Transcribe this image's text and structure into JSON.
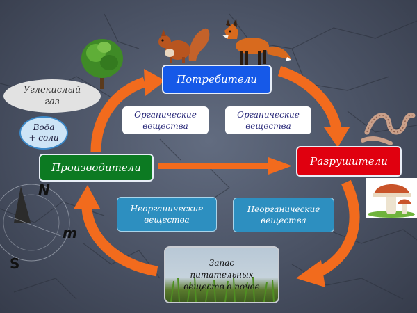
{
  "nodes": {
    "consumers": "Потребители",
    "producers": "Производители",
    "decomposers": "Разрушители",
    "soil_line1": "Запас",
    "soil_line2": "питательных",
    "soil_line3": "веществ в почве"
  },
  "flows": {
    "organic_left_1": "Органические",
    "organic_left_2": "вещества",
    "organic_right_1": "Органические",
    "organic_right_2": "вещества",
    "inorganic_left_1": "Неорганические",
    "inorganic_left_2": "вещества",
    "inorganic_right_1": "Неорганические",
    "inorganic_right_2": "вещества"
  },
  "inputs": {
    "co2_1": "Углекислый",
    "co2_2": "газ",
    "water_1": "Вода",
    "water_2": "+ соли"
  },
  "compass": {
    "north": "N",
    "south": "S",
    "mark": "m"
  },
  "colors": {
    "consumers": "#1659e8",
    "producers": "#0c7a22",
    "decomposers": "#e0000f",
    "arrow": "#f26b1d"
  },
  "icons": [
    "tree-icon",
    "squirrel-icon",
    "fox-icon",
    "worm-icon",
    "mushroom-icon",
    "grass-icon",
    "compass-icon"
  ]
}
